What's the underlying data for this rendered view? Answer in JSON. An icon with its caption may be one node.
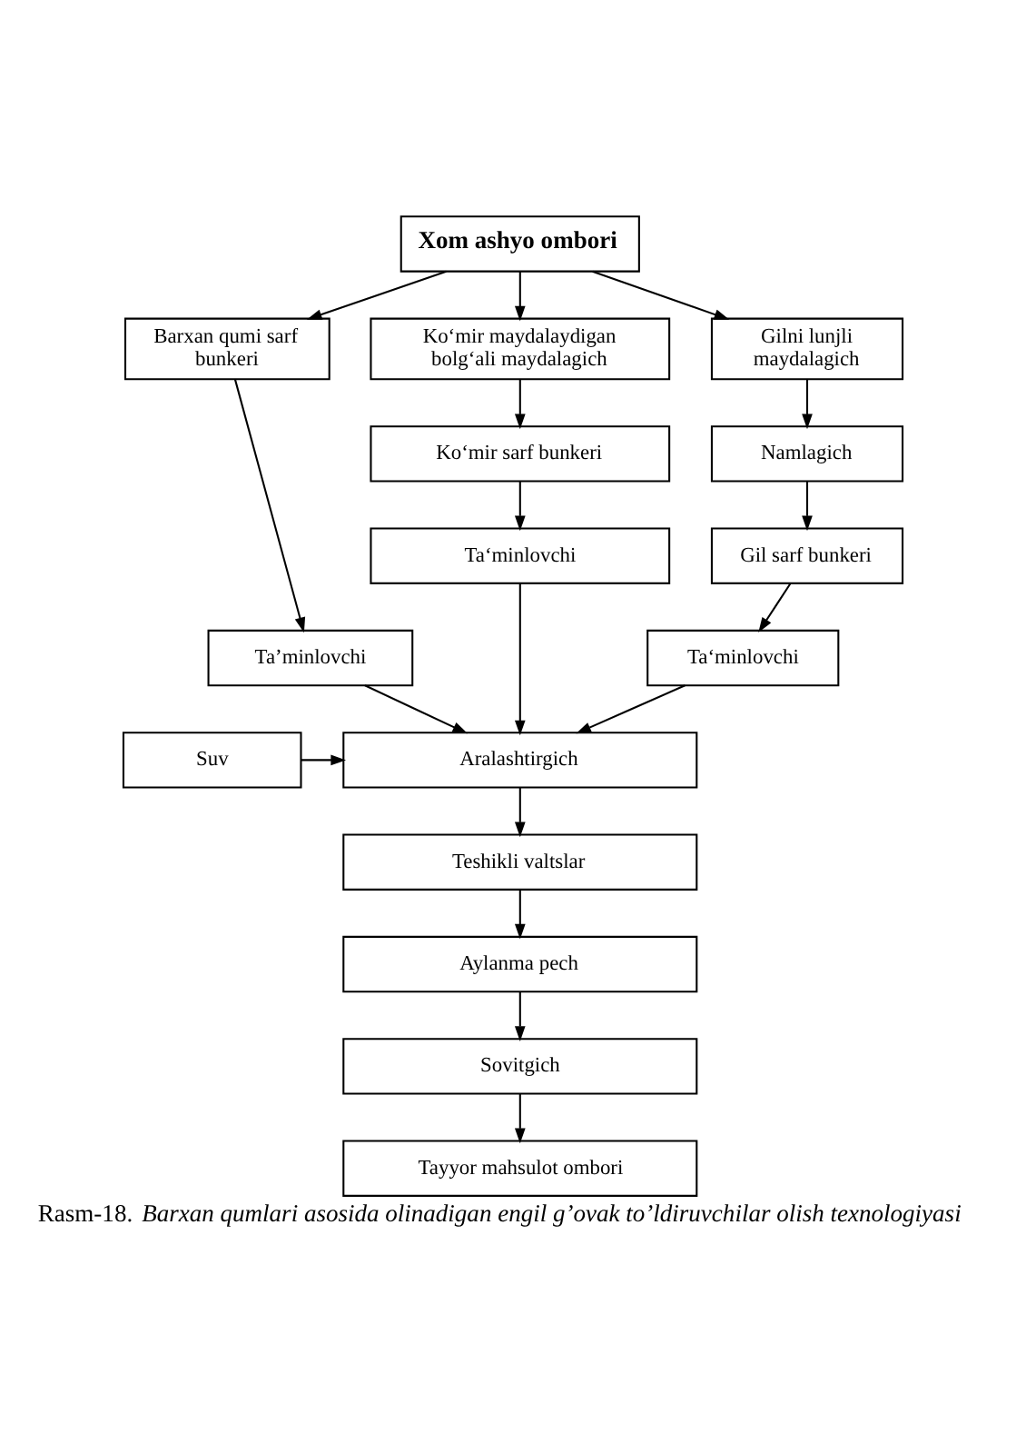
{
  "diagram": {
    "caption": "Rasm-18. *Barxan qumlari asosida olinadigan engil g’ovak to’ldiruvchilar olish texnologiyasi*",
    "nodes": [
      {
        "text": [
          "Xom ashyo ombori"
        ]
      },
      {
        "text": [
          "Barxan qumi sarf bunkeri"
        ]
      },
      {
        "text": [
          "Ko‘mir maydalaydigan bolg‘ali maydalagich"
        ]
      },
      {
        "text": [
          "Gilni lunjli maydalagich"
        ]
      },
      {
        "text": [
          "Ta’minlovchi"
        ]
      },
      {
        "text": [
          "Ko‘mir sarf bunkeri"
        ]
      },
      {
        "text": [
          "Namlagich"
        ]
      },
      {
        "text": [
          "Gil sarf bunkeri"
        ]
      },
      {
        "text": [
          "Ta‘minlovchi"
        ]
      },
      {
        "text": [
          "Ta‘minlovchi"
        ]
      },
      {
        "text": [
          "Suv"
        ]
      },
      {
        "text": [
          "Aralashtirgich"
        ]
      },
      {
        "text": [
          "Teshikli valtslar"
        ]
      },
      {
        "text": [
          "Aylanma pech"
        ]
      },
      {
        "text": [
          "Sovitgich"
        ]
      },
      {
        "text": [
          "Tayyor mahsulot ombori"
        ]
      }
    ],
    "edges": [
      {
        "from": 0,
        "to": 1,
        "arrow": "to"
      },
      {
        "from": 0,
        "to": 2,
        "arrow": "to"
      },
      {
        "from": 0,
        "to": 3,
        "arrow": "to"
      },
      {
        "from": 1,
        "to": 4,
        "arrow": "to"
      },
      {
        "from": 2,
        "to": 5,
        "arrow": "to"
      },
      {
        "from": 3,
        "to": 6,
        "arrow": "to"
      },
      {
        "from": 6,
        "to": 7,
        "arrow": "to"
      },
      {
        "from": 5,
        "to": 8,
        "arrow": "to"
      },
      {
        "from": 7,
        "to": 9,
        "arrow": "to"
      },
      {
        "from": 4,
        "to": 11,
        "arrow": "to"
      },
      {
        "from": 8,
        "to": 11,
        "arrow": "to"
      },
      {
        "from": 9,
        "to": 11,
        "arrow": "to"
      },
      {
        "from": 10,
        "to": 11,
        "arrow": "to"
      },
      {
        "from": 11,
        "to": 12,
        "arrow": "to"
      },
      {
        "from": 12,
        "to": 13,
        "arrow": "to"
      },
      {
        "from": 13,
        "to": 14,
        "arrow": "to"
      },
      {
        "from": 14,
        "to": 15,
        "arrow": "to"
      }
    ]
  }
}
